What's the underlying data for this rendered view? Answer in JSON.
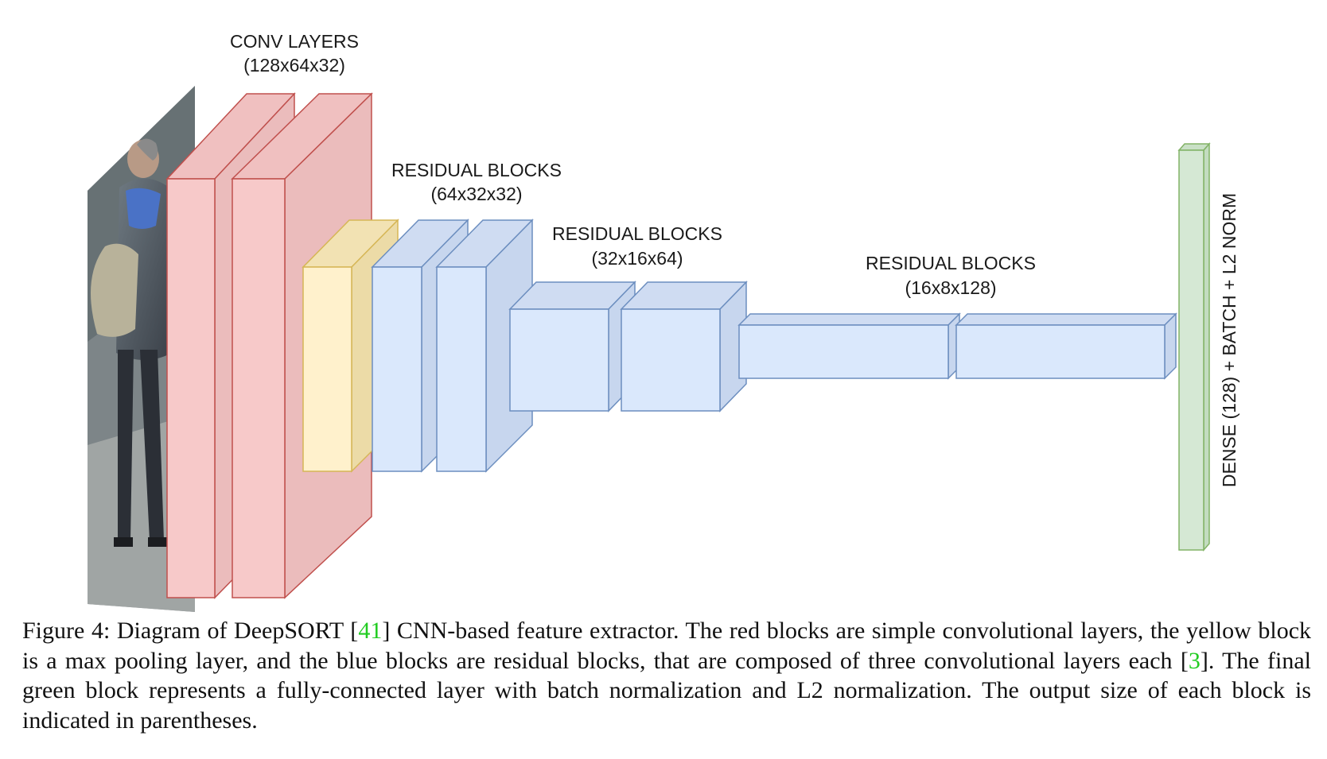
{
  "labels": {
    "conv": {
      "title": "CONV LAYERS",
      "size": "(128x64x32)"
    },
    "res1": {
      "title": "RESIDUAL BLOCKS",
      "size": "(64x32x32)"
    },
    "res2": {
      "title": "RESIDUAL BLOCKS",
      "size": "(32x16x64)"
    },
    "res3": {
      "title": "RESIDUAL BLOCKS",
      "size": "(16x8x128)"
    },
    "dense": "DENSE (128) + BATCH + L2 NORM"
  },
  "colors": {
    "conv_fill": "#f7c9c9",
    "conv_side": "#ebbcbc",
    "conv_stroke": "#c0504d",
    "pool_fill": "#fff1cc",
    "pool_side": "#ecdba7",
    "pool_stroke": "#d6b656",
    "res_fill": "#dae8fc",
    "res_side": "#c7d6ee",
    "res_stroke": "#6c8ebf",
    "dense_fill": "#d5e8d4",
    "dense_side": "#c3dcc0",
    "dense_stroke": "#82b366",
    "citation": "#22cc22"
  },
  "caption": {
    "prefix": "Figure 4: Diagram of DeepSORT [",
    "cite1": "41",
    "part2": "] CNN-based feature extractor. The red blocks are simple convolutional layers, the yellow block is a max pooling layer, and the blue blocks are residual blocks, that are composed of three convolutional layers each [",
    "cite2": "3",
    "part3": "]. The final green block represents a fully-connected layer with batch normalization and L2 normalization. The output size of each block is indicated in parentheses."
  }
}
